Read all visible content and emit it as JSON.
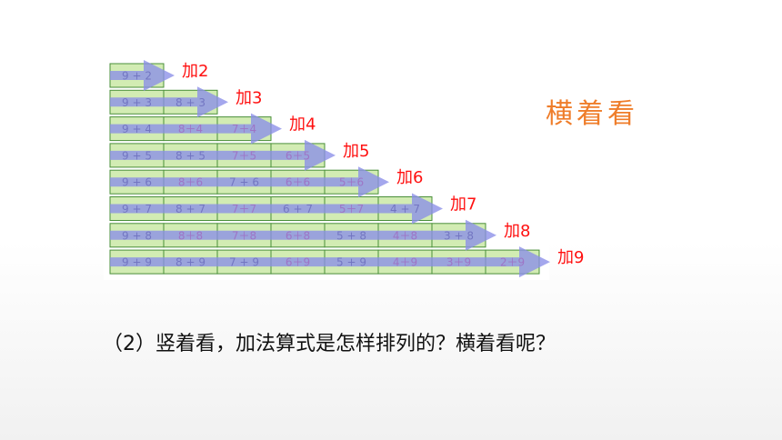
{
  "table": {
    "rows": [
      {
        "cells": [
          {
            "text": "9 + 2",
            "style": "black"
          }
        ],
        "label": "加2"
      },
      {
        "cells": [
          {
            "text": "9 + 3",
            "style": "black"
          },
          {
            "text": "8 + 3",
            "style": "black"
          }
        ],
        "label": "加3"
      },
      {
        "cells": [
          {
            "text": "9 + 4",
            "style": "black"
          },
          {
            "text": "8＋4",
            "style": "red"
          },
          {
            "text": "7＋4",
            "style": "red"
          }
        ],
        "label": "加4"
      },
      {
        "cells": [
          {
            "text": "9 + 5",
            "style": "black"
          },
          {
            "text": "8 + 5",
            "style": "black"
          },
          {
            "text": "7＋5",
            "style": "red"
          },
          {
            "text": "6＋5",
            "style": "red"
          }
        ],
        "label": "加5"
      },
      {
        "cells": [
          {
            "text": "9 + 6",
            "style": "black"
          },
          {
            "text": "8＋6",
            "style": "red"
          },
          {
            "text": "7 + 6",
            "style": "black"
          },
          {
            "text": "6＋6",
            "style": "red"
          },
          {
            "text": "5＋6",
            "style": "red"
          }
        ],
        "label": "加6"
      },
      {
        "cells": [
          {
            "text": "9 + 7",
            "style": "black"
          },
          {
            "text": "8 + 7",
            "style": "black"
          },
          {
            "text": "7＋7",
            "style": "red"
          },
          {
            "text": "6 + 7",
            "style": "black"
          },
          {
            "text": "5＋7",
            "style": "red"
          },
          {
            "text": "4 + 7",
            "style": "black"
          }
        ],
        "label": "加7"
      },
      {
        "cells": [
          {
            "text": "9 + 8",
            "style": "black"
          },
          {
            "text": "8＋8",
            "style": "red"
          },
          {
            "text": "7＋8",
            "style": "red"
          },
          {
            "text": "6＋8",
            "style": "red"
          },
          {
            "text": "5 + 8",
            "style": "black"
          },
          {
            "text": "4＋8",
            "style": "red"
          },
          {
            "text": "3 + 8",
            "style": "black"
          }
        ],
        "label": "加8"
      },
      {
        "cells": [
          {
            "text": "9 + 9",
            "style": "black"
          },
          {
            "text": "8 + 9",
            "style": "black"
          },
          {
            "text": "7 + 9",
            "style": "black"
          },
          {
            "text": "6＋9",
            "style": "red"
          },
          {
            "text": "5 + 9",
            "style": "black"
          },
          {
            "text": "4＋9",
            "style": "red"
          },
          {
            "text": "3＋9",
            "style": "red"
          },
          {
            "text": "2＋9",
            "style": "red"
          }
        ],
        "label": "加9"
      }
    ]
  },
  "side_label": "横着看",
  "question": "（2）竖着看，加法算式是怎样排列的？横着看呢？",
  "colors": {
    "cell_fill": "#d2ecb3",
    "arrow": "#8a8ee8",
    "label_red": "#ff1010",
    "side_label": "#ef7d2a"
  }
}
